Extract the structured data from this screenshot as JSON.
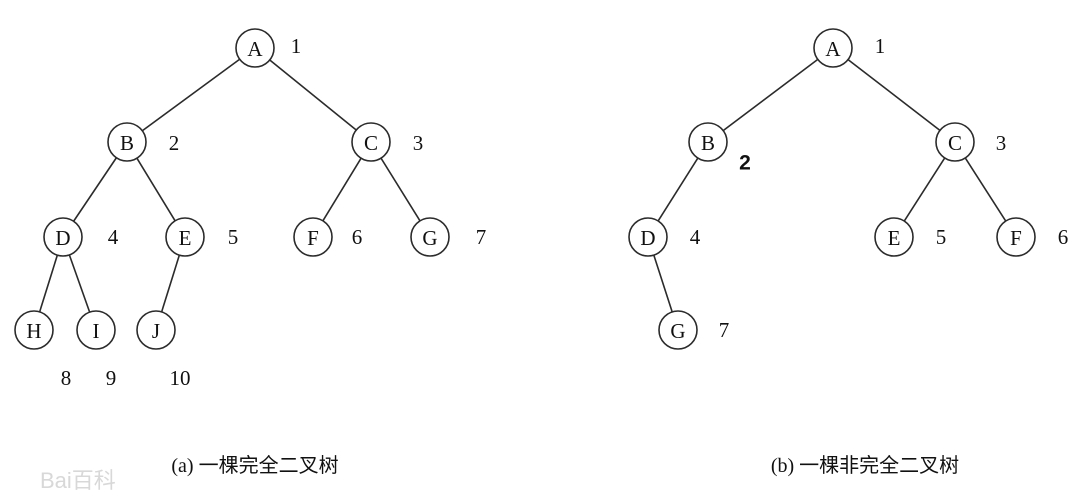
{
  "watermark": {
    "text": "Bai百科"
  },
  "trees": [
    {
      "caption": "(a)  一棵完全二叉树",
      "nodes": [
        {
          "id": "A",
          "label": "A",
          "number": "1"
        },
        {
          "id": "B",
          "label": "B",
          "number": "2"
        },
        {
          "id": "C",
          "label": "C",
          "number": "3"
        },
        {
          "id": "D",
          "label": "D",
          "number": "4"
        },
        {
          "id": "E",
          "label": "E",
          "number": "5"
        },
        {
          "id": "F",
          "label": "F",
          "number": "6"
        },
        {
          "id": "G",
          "label": "G",
          "number": "7"
        },
        {
          "id": "H",
          "label": "H",
          "number": "8"
        },
        {
          "id": "I",
          "label": "I",
          "number": "9"
        },
        {
          "id": "J",
          "label": "J",
          "number": "10"
        }
      ],
      "edges": [
        [
          "A",
          "B"
        ],
        [
          "A",
          "C"
        ],
        [
          "B",
          "D"
        ],
        [
          "B",
          "E"
        ],
        [
          "C",
          "F"
        ],
        [
          "C",
          "G"
        ],
        [
          "D",
          "H"
        ],
        [
          "D",
          "I"
        ],
        [
          "E",
          "J"
        ]
      ]
    },
    {
      "caption": "(b)  一棵非完全二叉树",
      "nodes": [
        {
          "id": "A",
          "label": "A",
          "number": "1"
        },
        {
          "id": "B",
          "label": "B",
          "number": "2"
        },
        {
          "id": "C",
          "label": "C",
          "number": "3"
        },
        {
          "id": "D",
          "label": "D",
          "number": "4"
        },
        {
          "id": "E",
          "label": "E",
          "number": "5"
        },
        {
          "id": "F",
          "label": "F",
          "number": "6"
        },
        {
          "id": "G",
          "label": "G",
          "number": "7"
        }
      ],
      "edges": [
        [
          "A",
          "B"
        ],
        [
          "A",
          "C"
        ],
        [
          "B",
          "D"
        ],
        [
          "C",
          "E"
        ],
        [
          "C",
          "F"
        ],
        [
          "D",
          "G"
        ]
      ]
    }
  ]
}
